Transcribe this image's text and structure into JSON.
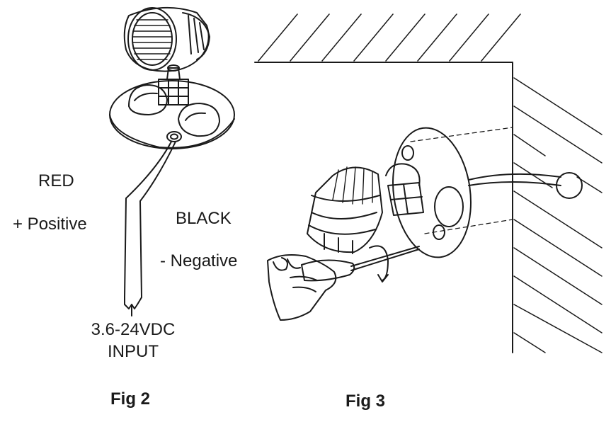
{
  "fig2": {
    "wire_red_label": "RED",
    "wire_red_polarity": "+ Positive",
    "wire_black_label": "BLACK",
    "wire_black_polarity": "- Negative",
    "input_voltage": "3.6-24VDC",
    "input_label": "INPUT",
    "caption": "Fig 2"
  },
  "fig3": {
    "caption": "Fig 3"
  },
  "colors": {
    "line": "#1a1a1a",
    "background": "#ffffff"
  }
}
